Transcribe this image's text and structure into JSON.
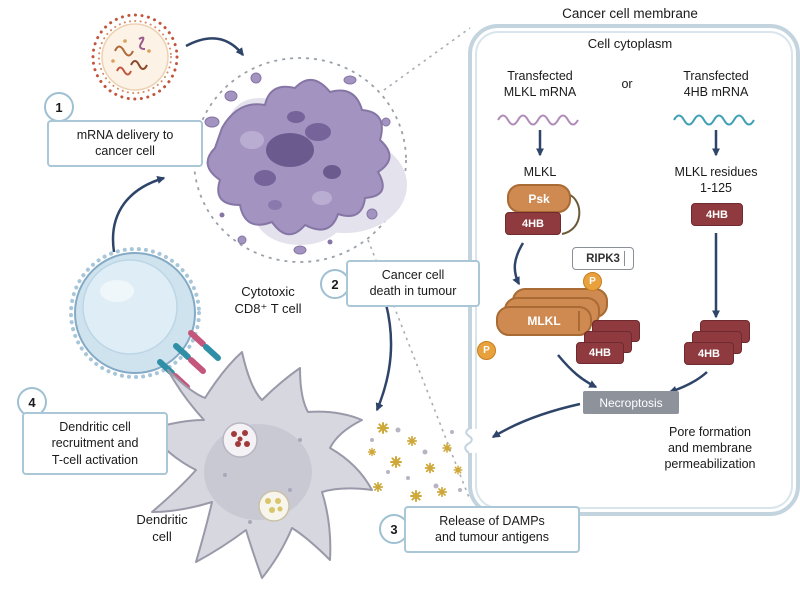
{
  "colors": {
    "arrow_navy": "#2e4468",
    "mlkl_orange": "#cf8a52",
    "fourhb_red": "#8e3a3e",
    "necroptosis_gray": "#8d929b",
    "membrane_blue": "#c3d4df",
    "step_border_blue": "#a9c7d6",
    "damp_gold": "#cfa83a",
    "cancer_purple": "#a293c0",
    "tcell_blue": "#cfe3ef"
  },
  "membrane": {
    "title": "Cancer cell membrane",
    "cytoplasm": "Cell cytoplasm",
    "or": "or",
    "left": {
      "transfected": "Transfected\nMLKL mRNA",
      "mlkl": "MLKL",
      "psk": "Psk",
      "fourhb": "4HB",
      "ripk3": "RIPK3",
      "p": "P",
      "stack_mlkl": "MLKL",
      "stack_fourhb": "4HB"
    },
    "right": {
      "transfected": "Transfected\n4HB mRNA",
      "residues": "MLKL residues\n1-125",
      "fourhb": "4HB",
      "stack_fourhb": "4HB"
    },
    "necroptosis": "Necroptosis",
    "pore": "Pore formation\nand membrane\npermeabilization"
  },
  "steps": [
    {
      "num": "1",
      "label": "mRNA delivery to\ncancer cell"
    },
    {
      "num": "2",
      "label": "Cancer cell\ndeath in tumour"
    },
    {
      "num": "3",
      "label": "Release of DAMPs\nand tumour antigens"
    },
    {
      "num": "4",
      "label": "Dendritic cell\nrecruitment and\nT-cell activation"
    }
  ],
  "labels": {
    "tcell": "Cytotoxic\nCD8⁺ T cell",
    "dendritic": "Dendritic\ncell"
  }
}
